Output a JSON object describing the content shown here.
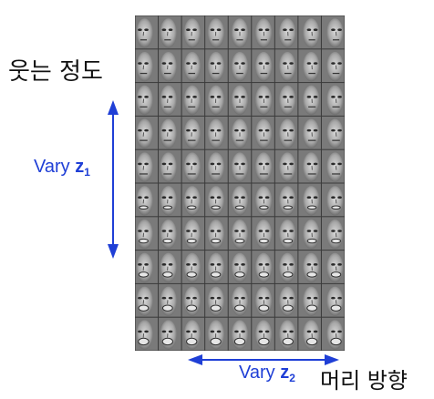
{
  "labels": {
    "smile_degree": "웃는 정도",
    "head_direction": "머리 방향"
  },
  "axes": {
    "z1": {
      "prefix": "Vary ",
      "var": "z",
      "sub": "1"
    },
    "z2": {
      "prefix": "Vary ",
      "var": "z",
      "sub": "2"
    }
  },
  "grid": {
    "rows": 10,
    "cols": 9
  },
  "colors": {
    "arrow": "#1f3fd6",
    "text": "#111111"
  }
}
